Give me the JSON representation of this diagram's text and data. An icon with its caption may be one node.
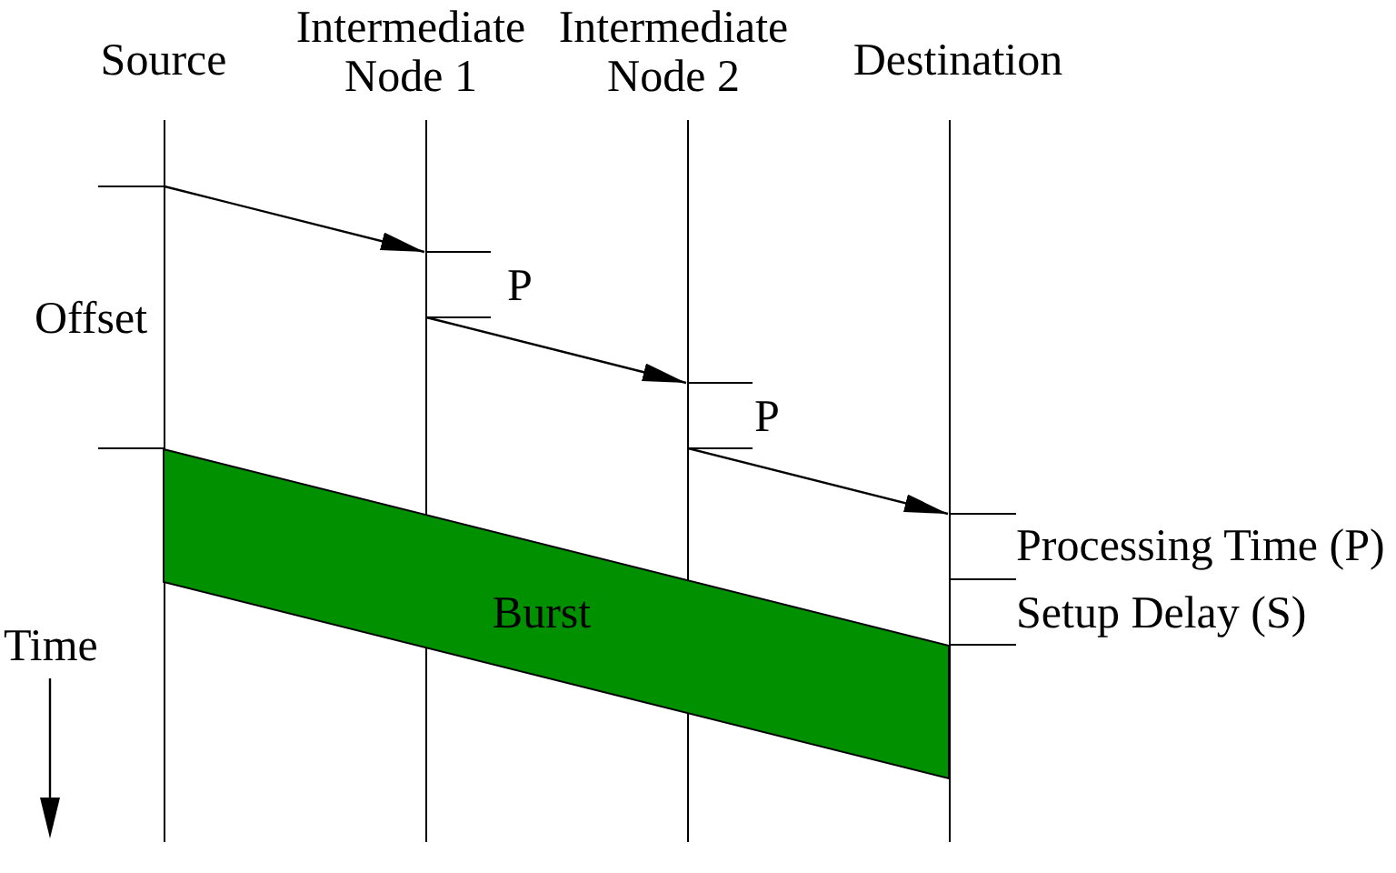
{
  "diagram": {
    "nodes": [
      {
        "text": [
          "Source"
        ]
      },
      {
        "text": [
          "Intermediate Node 1"
        ]
      },
      {
        "text": [
          "Intermediate Node 2"
        ]
      },
      {
        "text": [
          "Destination"
        ]
      },
      {
        "text": [
          "Burst"
        ]
      }
    ],
    "edges": [
      {
        "from": 0,
        "to": 1,
        "arrow": "to"
      },
      {
        "from": 1,
        "to": 2,
        "arrow": "to"
      },
      {
        "from": 2,
        "to": 3,
        "arrow": "to"
      }
    ],
    "labels": [
      "Offset",
      "P",
      "P",
      "Processing Time (P)",
      "Setup Delay (S)",
      "Time"
    ]
  }
}
